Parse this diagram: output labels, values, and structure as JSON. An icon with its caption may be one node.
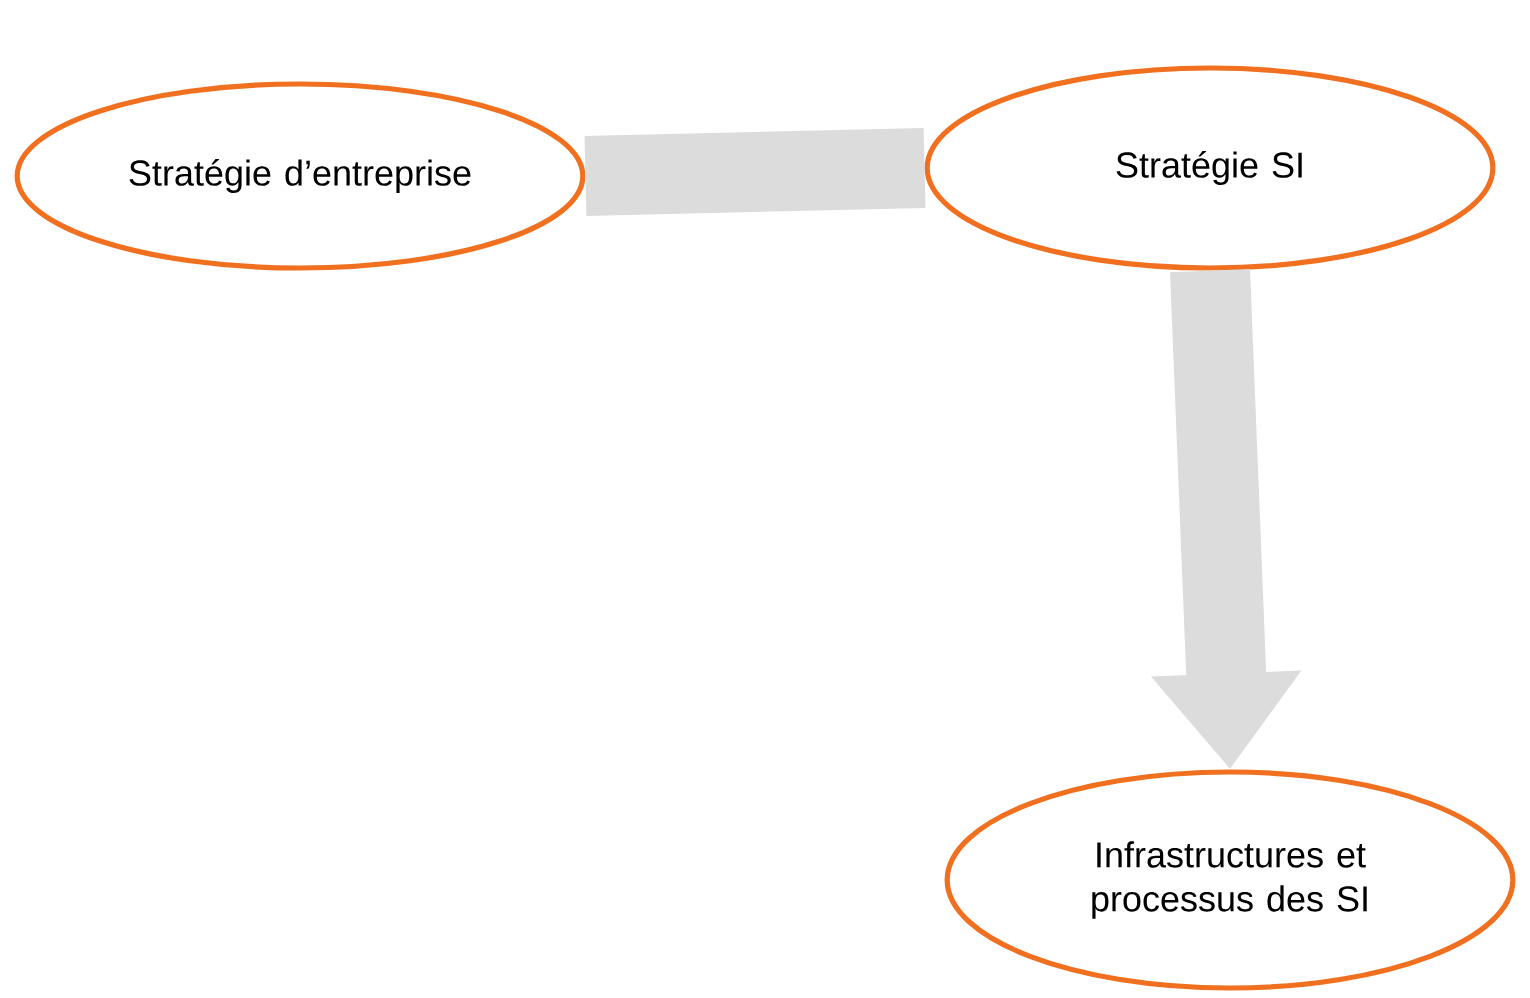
{
  "diagram": {
    "nodes": [
      {
        "text": [
          "Stratégie d’entreprise"
        ]
      },
      {
        "text": [
          "Stratégie SI"
        ]
      },
      {
        "text": [
          "Infrastructures et processus des SI"
        ]
      }
    ],
    "edges": [
      {
        "from": 0,
        "to": 1,
        "arrow": "none"
      },
      {
        "from": 1,
        "to": 2,
        "arrow": "to"
      }
    ]
  }
}
